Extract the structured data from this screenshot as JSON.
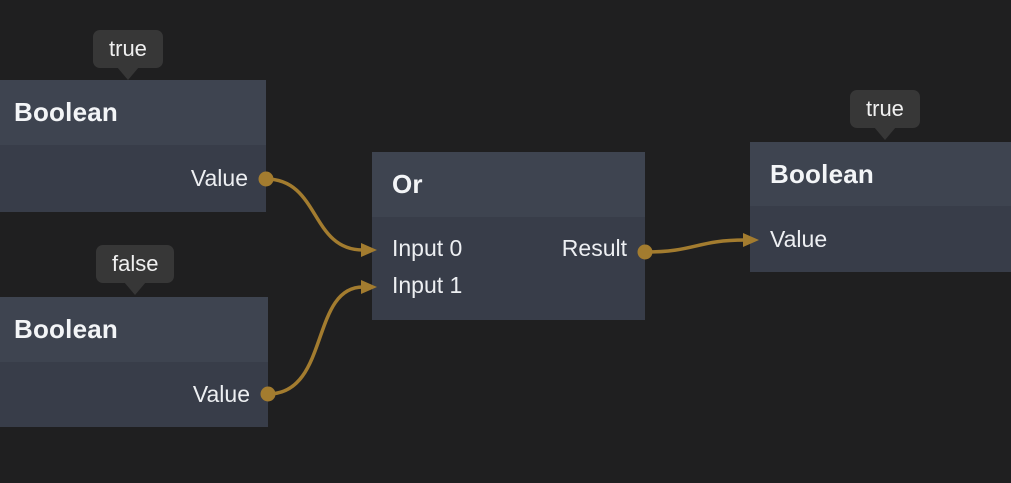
{
  "colors": {
    "canvas_background": "#1f1f20",
    "node_header": "#3e4450",
    "node_body": "#383d49",
    "tooltip_background": "#373737",
    "wire": "#a37c2f",
    "text": "#f0f2f5"
  },
  "nodes": {
    "boolean_true_left": {
      "title": "Boolean",
      "tooltip": "true",
      "output_label": "Value"
    },
    "boolean_false_left": {
      "title": "Boolean",
      "tooltip": "false",
      "output_label": "Value"
    },
    "or": {
      "title": "Or",
      "input0_label": "Input 0",
      "input1_label": "Input 1",
      "result_label": "Result"
    },
    "boolean_true_right": {
      "title": "Boolean",
      "tooltip": "true",
      "input_label": "Value"
    }
  }
}
